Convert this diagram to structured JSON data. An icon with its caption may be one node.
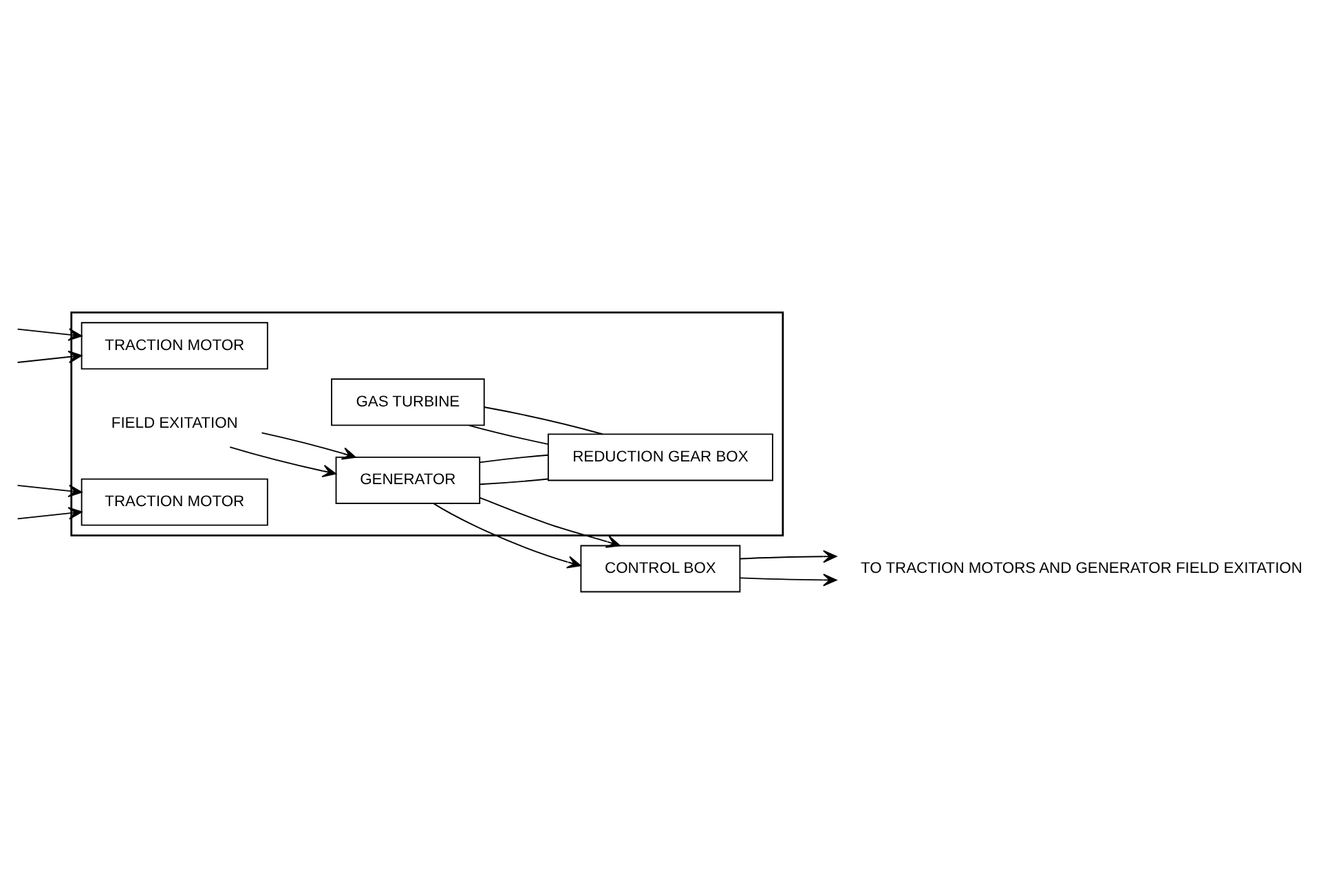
{
  "diagram": {
    "nodes": [
      {
        "text": [
          "CONTROL BOX"
        ]
      },
      {
        "text": [
          "TO TRACTION MOTORS AND GENERATOR FIELD EXITATION"
        ]
      },
      {
        "text": [],
        "shape": "box"
      },
      {
        "text": [
          "GAS TURBINE"
        ],
        "in": 2
      },
      {
        "text": [
          "REDUCTION GEAR BOX"
        ],
        "in": 2
      },
      {
        "text": [
          "GENERATOR"
        ],
        "in": 2
      },
      {
        "text": [
          "TRACTION MOTOR"
        ],
        "in": 2
      },
      {
        "text": [
          "FIELD EXITATION"
        ],
        "in": 2
      },
      {
        "text": [
          "TRACTION MOTOR"
        ],
        "in": 2
      }
    ],
    "edges": [
      {
        "from": 5,
        "to": 0,
        "arrow": "to"
      },
      {
        "from": 5,
        "to": 0,
        "arrow": "to"
      },
      {
        "from": 0,
        "to": 1,
        "arrow": "to"
      },
      {
        "from": 0,
        "to": 1,
        "arrow": "to"
      },
      {
        "from": 3,
        "to": 4,
        "arrow": "none"
      },
      {
        "from": 3,
        "to": 4,
        "arrow": "none"
      },
      {
        "from": 5,
        "to": 4,
        "arrow": "none"
      },
      {
        "from": 5,
        "to": 4,
        "arrow": "none"
      },
      {
        "from": 7,
        "to": 5,
        "arrow": "to"
      },
      {
        "from": 7,
        "to": 5,
        "arrow": "to"
      },
      {
        "from": null,
        "to": 6,
        "arrow": "to"
      },
      {
        "from": null,
        "to": 6,
        "arrow": "to"
      },
      {
        "from": null,
        "to": 8,
        "arrow": "to"
      },
      {
        "from": null,
        "to": 8,
        "arrow": "to"
      }
    ]
  }
}
